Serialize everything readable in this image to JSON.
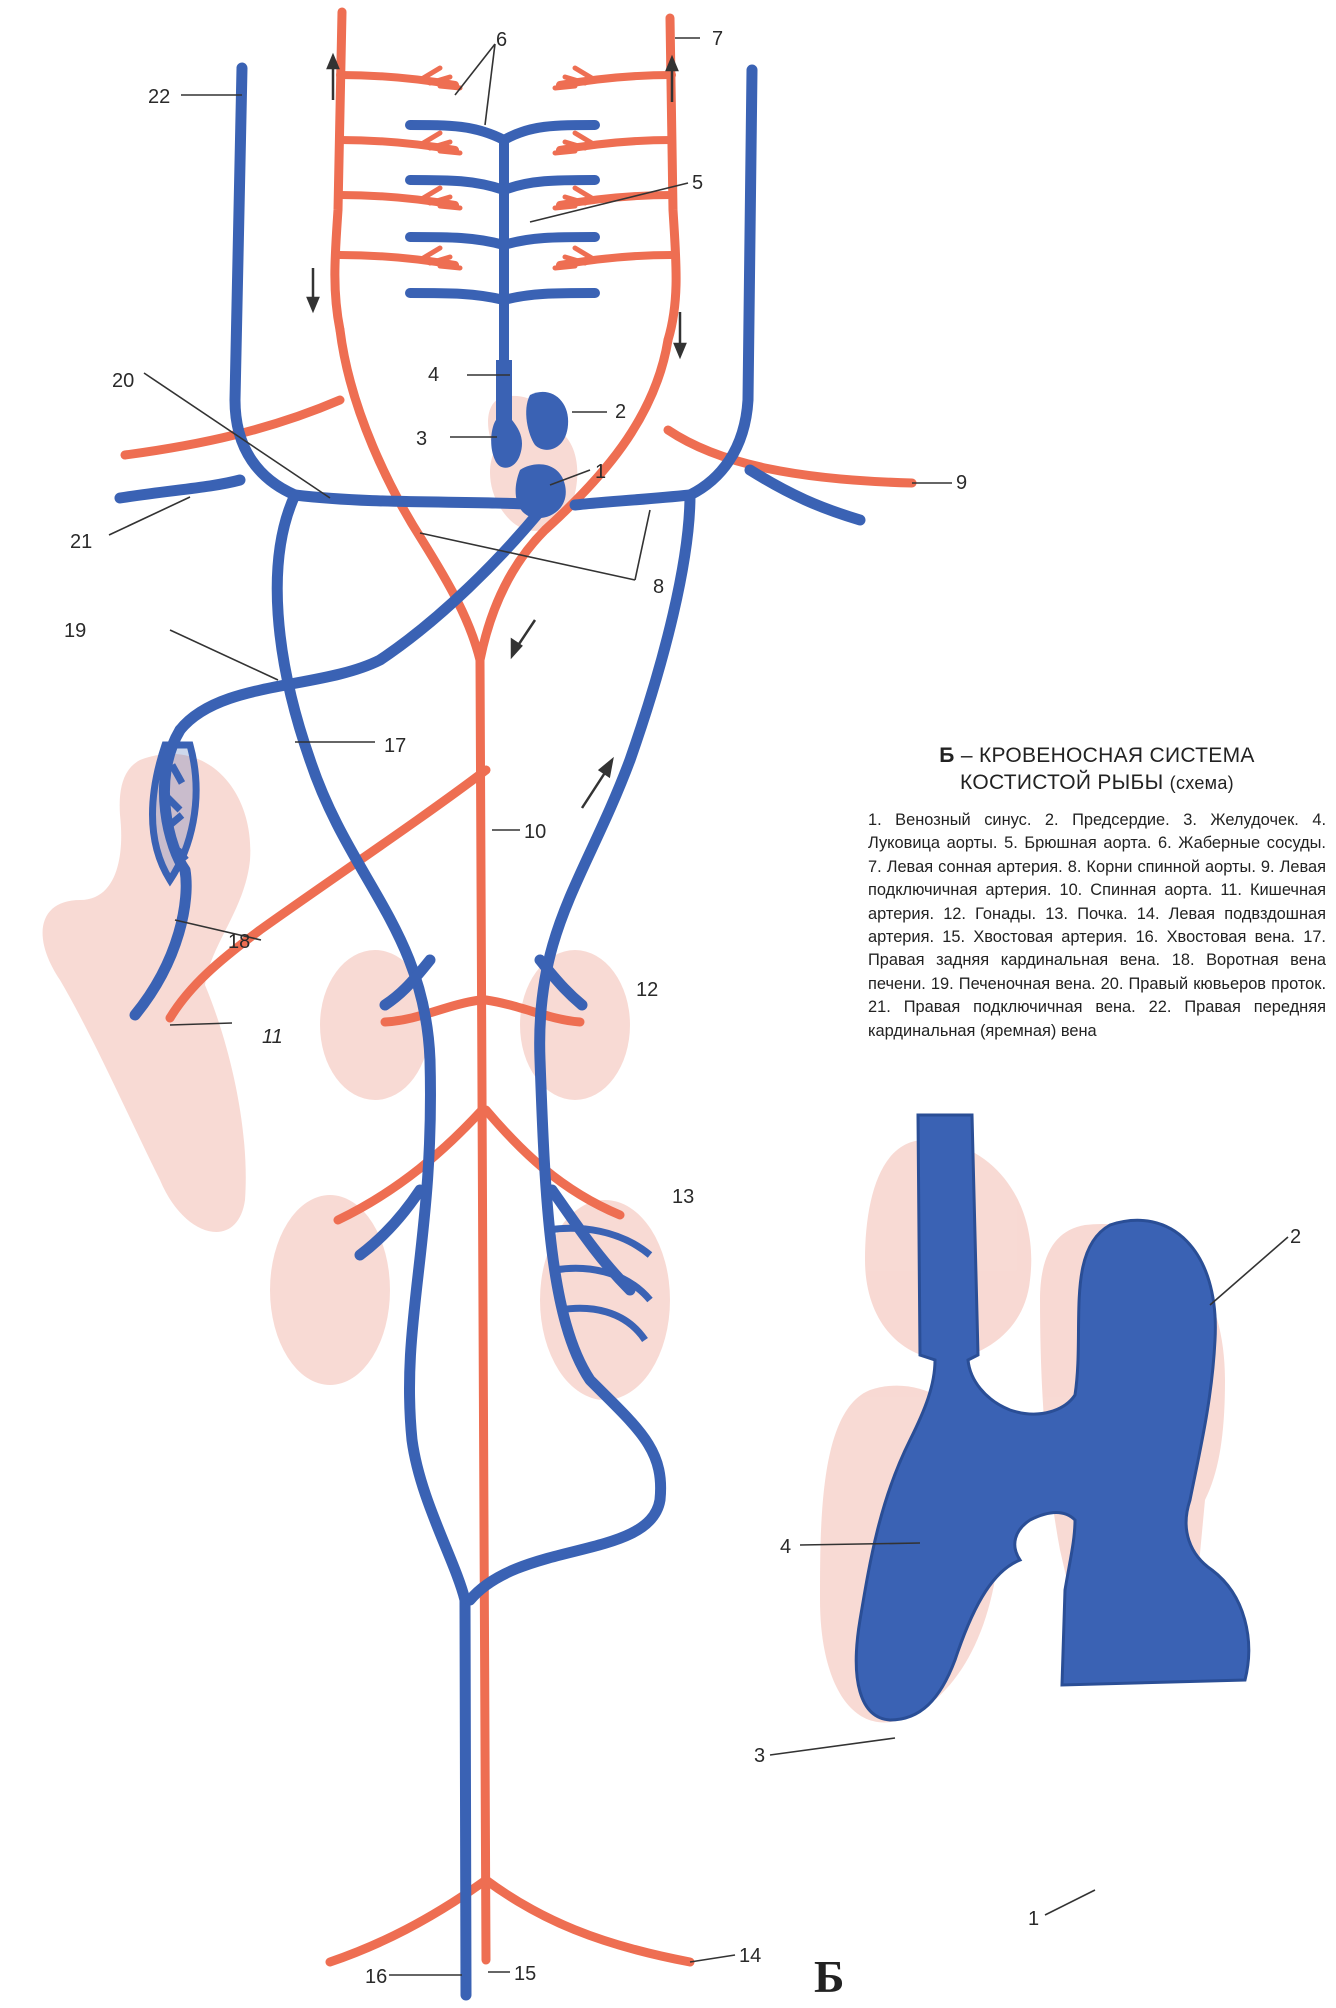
{
  "labels": {
    "n1": "1",
    "n2": "2",
    "n3": "3",
    "n4": "4",
    "n5": "5",
    "n6": "6",
    "n7": "7",
    "n8": "8",
    "n9": "9",
    "n10": "10",
    "n11": "11",
    "n12": "12",
    "n13": "13",
    "n14": "14",
    "n15": "15",
    "n16": "16",
    "n17": "17",
    "n18": "18",
    "n19": "19",
    "n20": "20",
    "n21": "21",
    "n22": "22"
  },
  "inset_labels": {
    "n1": "1",
    "n2": "2",
    "n3": "3",
    "n4": "4"
  },
  "panel_letter": "Б",
  "caption": {
    "title_letter": "Б",
    "title_rest": " – КРОВЕНОСНАЯ СИСТЕМА",
    "title_line2": "КОСТИСТОЙ РЫБЫ",
    "title_note": "(схема)",
    "legend": "1. Венозный синус. 2. Предсердие. 3. Желудочек. 4. Луковица аорты. 5. Брюшная аорта. 6. Жаберные сосуды. 7. Левая сонная артерия. 8. Корни спинной аорты. 9. Левая подключичная артерия. 10. Спинная аорта. 11. Кишечная артерия. 12. Гонады. 13. Почка. 14. Левая подвздошная артерия. 15. Хвостовая артерия. 16. Хвостовая вена. 17. Правая задняя кардинальная вена. 18. Воротная вена печени. 19. Печеночная вена. 20. Правый кювьеров проток. 21. Правая подключичная вена. 22. Правая передняя кардинальная (яремная) вена"
  },
  "colors": {
    "artery": "#ee6e52",
    "vein": "#3a62b4",
    "organ": "#f7d3cc",
    "line": "#333333"
  }
}
